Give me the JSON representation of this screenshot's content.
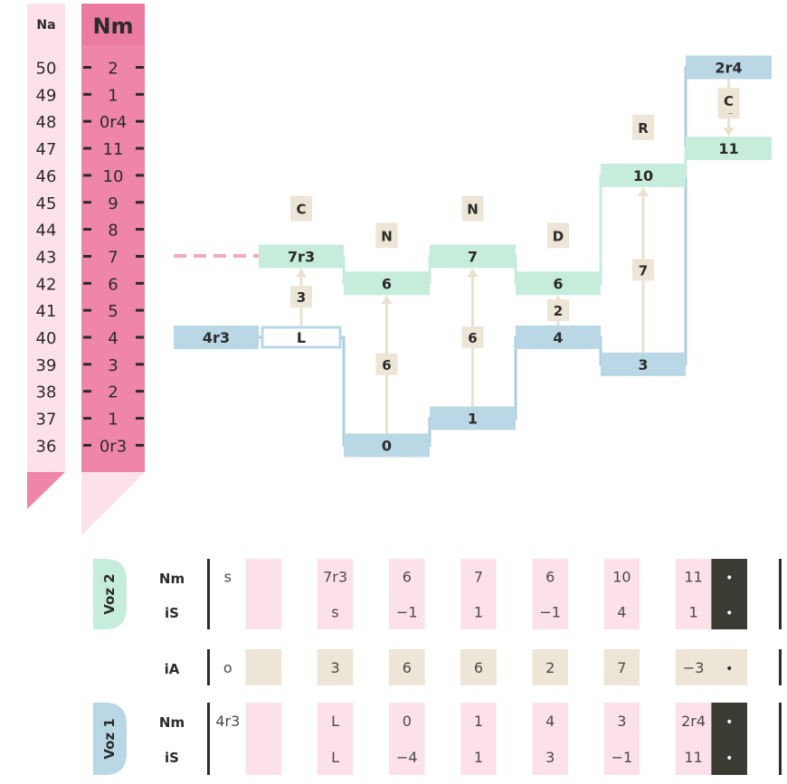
{
  "scale": {
    "na_header": "Na",
    "nm_header": "Nm",
    "na_values": [
      "50",
      "49",
      "48",
      "47",
      "46",
      "45",
      "44",
      "43",
      "42",
      "41",
      "40",
      "39",
      "38",
      "37",
      "36"
    ],
    "nm_values": [
      "2",
      "1",
      "0r4",
      "11",
      "10",
      "9",
      "8",
      "7",
      "6",
      "5",
      "4",
      "3",
      "2",
      "1",
      "0r3"
    ]
  },
  "colors": {
    "pink_strong": "#ef86a8",
    "pink_light": "#fde1ea",
    "pink_dash": "#f5a9c1",
    "green_block": "#c6ecdc",
    "blue_block": "#b9d7e4",
    "blue_line": "#a9cfe0",
    "beige": "#ede5d5",
    "beige_arrow": "#eae1ce",
    "dark_cell": "#3b3a33",
    "text_dark": "#2b2b2b"
  },
  "voice2_blocks": [
    {
      "label": "7r3",
      "row": 7
    },
    {
      "label": "6",
      "row": 8
    },
    {
      "label": "7",
      "row": 7
    },
    {
      "label": "6",
      "row": 8
    },
    {
      "label": "10",
      "row": 4
    },
    {
      "label": "11",
      "row": 3
    }
  ],
  "voice1_blocks": [
    {
      "label": "4r3",
      "row": 10
    },
    {
      "label": "L",
      "row": 10
    },
    {
      "label": "0",
      "row": 14
    },
    {
      "label": "1",
      "row": 13
    },
    {
      "label": "4",
      "row": 10
    },
    {
      "label": "3",
      "row": 11
    },
    {
      "label": "2r4",
      "row": 0
    }
  ],
  "interval_labels": [
    "3",
    "6",
    "6",
    "2",
    "7",
    "-3"
  ],
  "motion_labels": [
    "C",
    "N",
    "N",
    "D",
    "R",
    "C"
  ],
  "table": {
    "voz2_label": "Voz 2",
    "voz1_label": "Voz 1",
    "row_nm": "Nm",
    "row_is": "iS",
    "row_ia": "iA",
    "voz2_nm": [
      "s",
      "7r3",
      "6",
      "7",
      "6",
      "10",
      "11"
    ],
    "voz2_is": [
      "",
      "s",
      "−1",
      "1",
      "−1",
      "4",
      "1"
    ],
    "ia": [
      "o",
      "3",
      "6",
      "6",
      "2",
      "7",
      "−3"
    ],
    "voz1_nm": [
      "4r3",
      "L",
      "0",
      "1",
      "4",
      "3",
      "2r4"
    ],
    "voz1_is": [
      "",
      "L",
      "−4",
      "1",
      "3",
      "−1",
      "11"
    ],
    "end_mark": "•"
  }
}
